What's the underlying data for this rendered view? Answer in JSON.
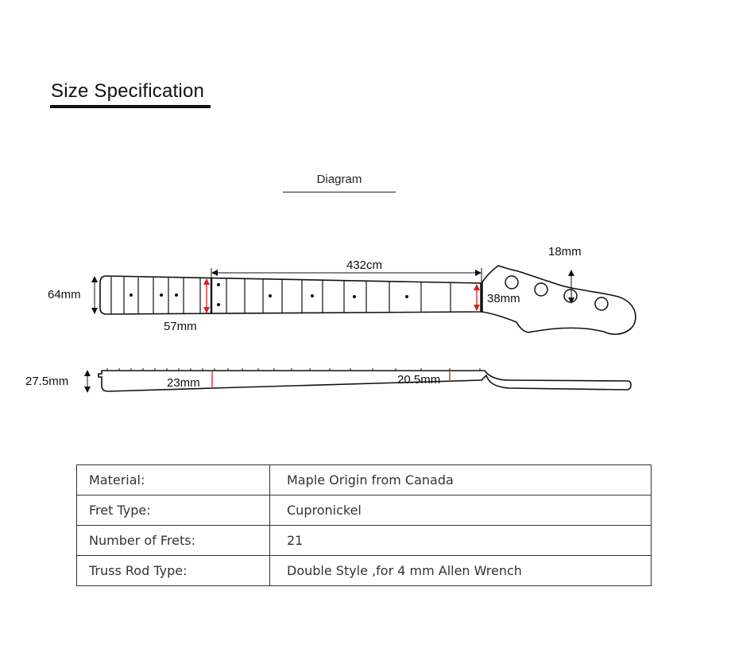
{
  "page": {
    "title": "Size Specification",
    "diagram_caption": "Diagram"
  },
  "diagram": {
    "dimensions": {
      "scale_length": "432cm",
      "headstock_thickness": "18mm",
      "width_at_heel": "64mm",
      "width_at_12th_fret": "57mm",
      "width_at_nut": "38mm",
      "total_depth": "27.5mm",
      "depth_at_12th_fret": "23mm",
      "depth_at_first_fret": "20.5mm"
    },
    "colors": {
      "outline": "#111111",
      "dimension_accent": "#d42020"
    }
  },
  "specs": {
    "rows": [
      {
        "label": "Material:",
        "value": "Maple Origin from Canada"
      },
      {
        "label": "Fret Type:",
        "value": "Cupronickel"
      },
      {
        "label": "Number of Frets:",
        "value": "21"
      },
      {
        "label": "Truss Rod Type:",
        "value": "Double Style ,for 4 mm Allen Wrench"
      }
    ]
  }
}
